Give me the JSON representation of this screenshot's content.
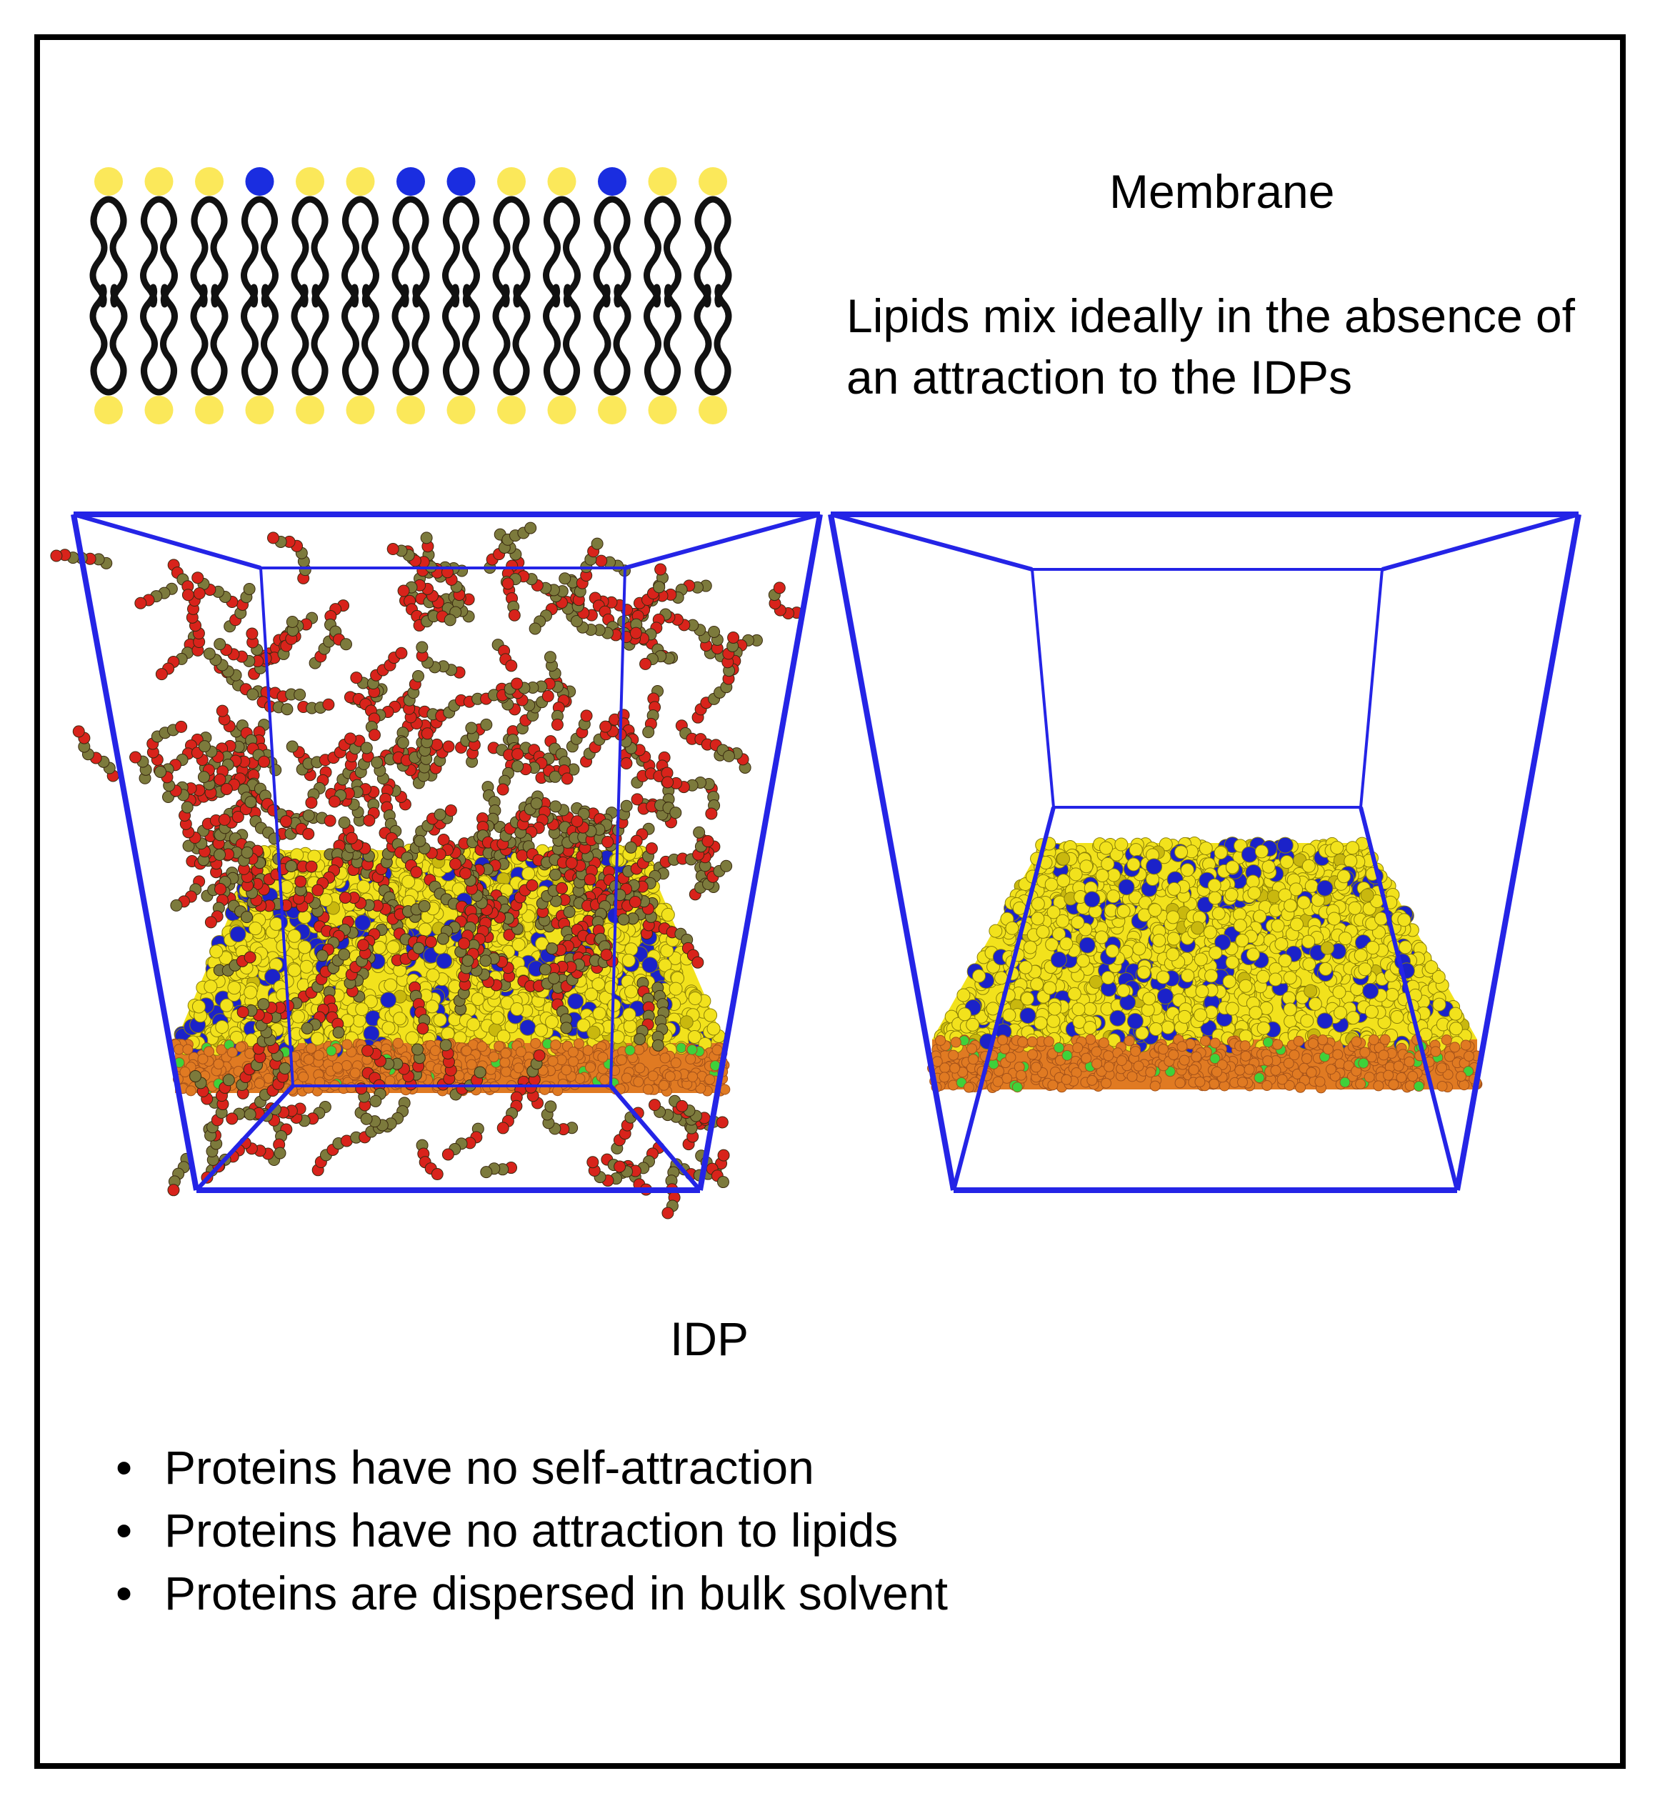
{
  "membrane": {
    "title": "Membrane",
    "description": "Lipids mix ideally in the absence of an attraction to the IDPs",
    "headgroup_colors": [
      "yellow",
      "yellow",
      "yellow",
      "blue",
      "yellow",
      "yellow",
      "blue",
      "blue",
      "yellow",
      "yellow",
      "blue",
      "yellow",
      "yellow"
    ]
  },
  "idp": {
    "label": "IDP",
    "bullets": [
      "Proteins have no self-attraction",
      "Proteins have no attraction to lipids",
      "Proteins are dispersed in bulk solvent"
    ]
  },
  "colors": {
    "box": "#2424e6",
    "lipid_yellow": "#f2e21c",
    "lipid_blue": "#1b22c9",
    "tail_orange": "#e07a22",
    "green": "#3fd13a",
    "protein_red": "#d8231b",
    "protein_olive": "#7c7a3c",
    "head_yellow": "#fbe85a",
    "head_blue": "#1a2de0"
  }
}
